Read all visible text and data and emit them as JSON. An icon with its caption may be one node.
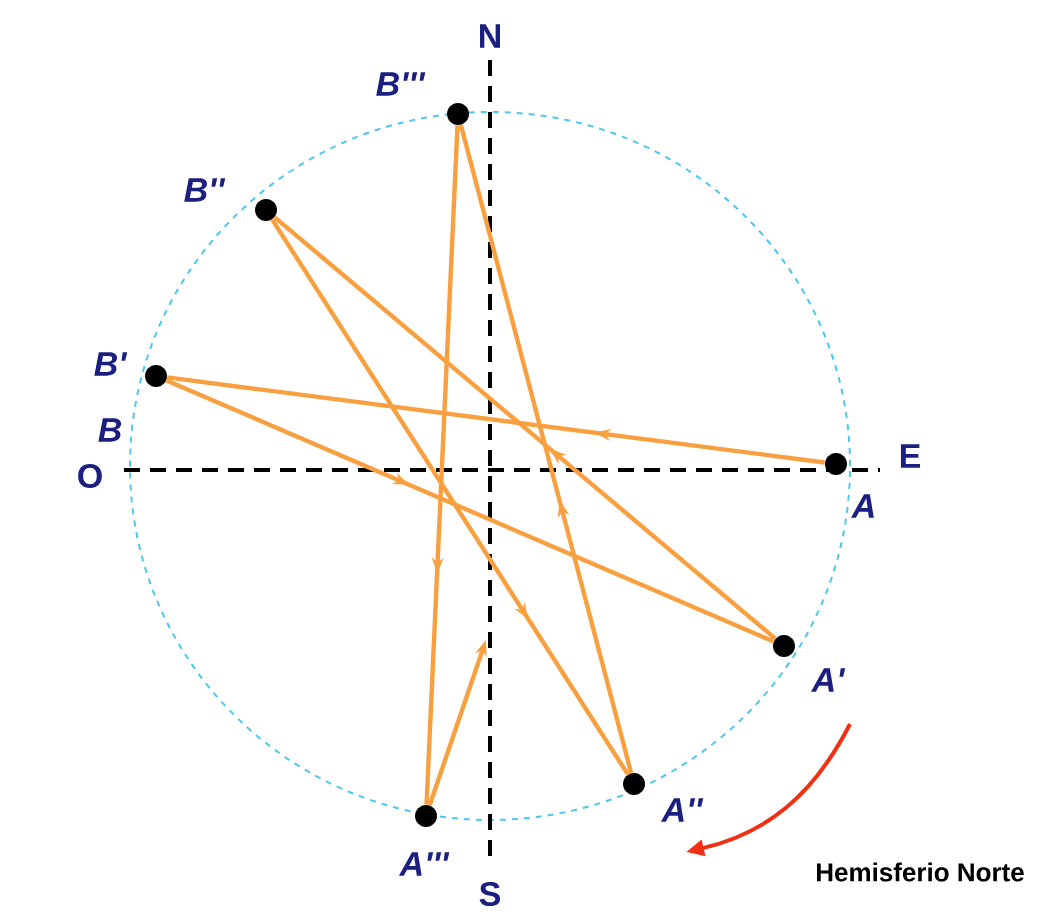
{
  "diagram": {
    "nodes": [
      {
        "text": [
          "A"
        ]
      },
      {
        "text": [
          "B'"
        ]
      },
      {
        "text": [
          "A'"
        ]
      },
      {
        "text": [
          "B''"
        ]
      },
      {
        "text": [
          "A''"
        ]
      },
      {
        "text": [
          "B'''"
        ]
      },
      {
        "text": [
          "A'''"
        ]
      }
    ],
    "edges": [
      {
        "from": 0,
        "to": 1,
        "arrow": "to"
      },
      {
        "from": 1,
        "to": 2,
        "arrow": "to"
      },
      {
        "from": 2,
        "to": 3,
        "arrow": "to"
      },
      {
        "from": 3,
        "to": 4,
        "arrow": "to"
      },
      {
        "from": 4,
        "to": 5,
        "arrow": "to"
      },
      {
        "from": 5,
        "to": 6,
        "arrow": "to"
      },
      {
        "from": 6,
        "to": null,
        "arrow": "to"
      }
    ],
    "labels": [
      "N",
      "B",
      "O",
      "E",
      "S",
      "Hemisferio Norte"
    ]
  }
}
